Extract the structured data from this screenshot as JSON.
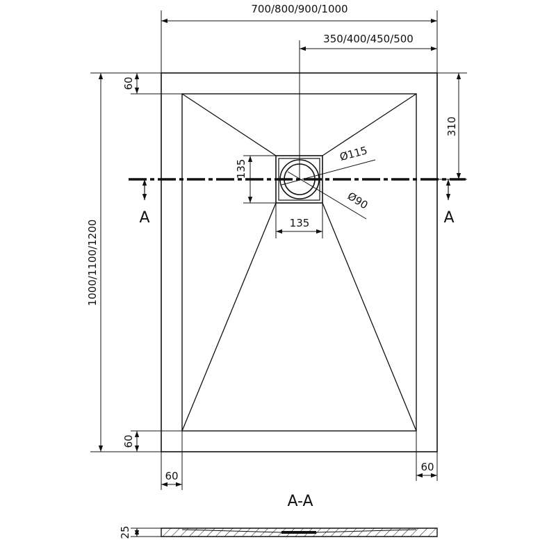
{
  "drawing": {
    "dimensions": {
      "total_width": "700/800/900/1000",
      "half_width": "350/400/450/500",
      "total_length": "1000/1100/1200",
      "rim_top": "60",
      "rim_bottom": "60",
      "rim_left": "60",
      "rim_right": "60",
      "drain_offset": "310",
      "drain_box_height": "135",
      "drain_box_width": "135",
      "drain_outer_diameter": "Ø115",
      "drain_inner_diameter": "Ø90",
      "thickness": "25"
    },
    "section_marker_left": "A",
    "section_marker_right": "A",
    "section_title": "A-A"
  },
  "colors": {
    "line": "#111111",
    "background": "#ffffff"
  }
}
